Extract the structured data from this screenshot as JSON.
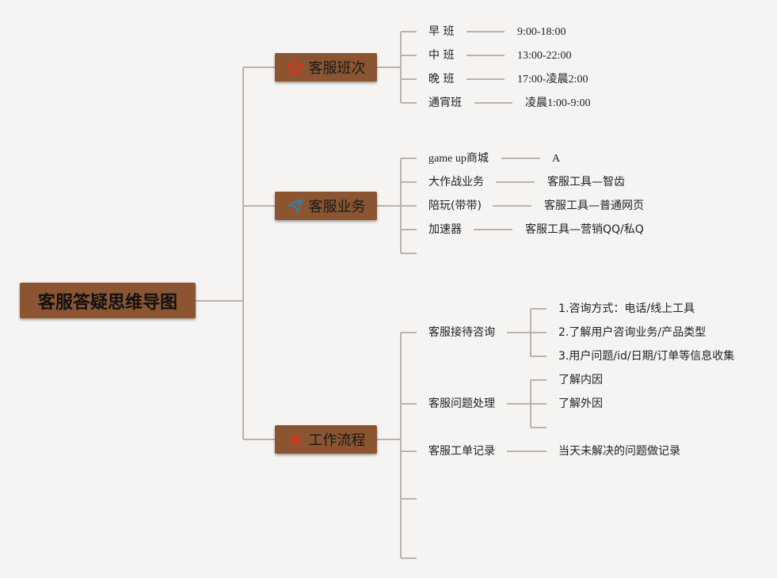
{
  "root": "客服答疑思维导图",
  "branches": {
    "shifts": {
      "label": "客服班次",
      "icon": "star-icon",
      "items": [
        {
          "label": "早 班",
          "value": "9:00-18:00"
        },
        {
          "label": "中 班",
          "value": "13:00-22:00"
        },
        {
          "label": "晚 班",
          "value": "17:00-凌晨2:00"
        },
        {
          "label": "通宵班",
          "value": "凌晨1:00-9:00"
        }
      ]
    },
    "business": {
      "label": "客服业务",
      "icon": "paper-plane-icon",
      "items": [
        {
          "label": "game up商城",
          "value": "A"
        },
        {
          "label": "大作战业务",
          "value": "客服工具—智齿"
        },
        {
          "label": "陪玩(带带)",
          "value": "客服工具—普通网页"
        },
        {
          "label": "加速器",
          "value": "客服工具—营销QQ/私Q"
        }
      ]
    },
    "workflow": {
      "label": "工作流程",
      "icon": "fire-icon",
      "items": [
        {
          "label": "客服接待咨询",
          "children": [
            "1.咨询方式：电话/线上工具",
            "2.了解用户咨询业务/产品类型",
            "3.用户问题/id/日期/订单等信息收集"
          ]
        },
        {
          "label": "客服问题处理",
          "children": [
            "了解内因",
            "了解外因"
          ]
        },
        {
          "label": "客服工单记录",
          "children": [
            "当天未解决的问题做记录"
          ]
        }
      ]
    }
  },
  "colors": {
    "node_fill": "#8a5530",
    "line": "#b9b3ad",
    "background": "#f6f4f2",
    "star_icon": "#e0301e",
    "plane_icon": "#3a7fa8",
    "fire_icon": "#e0301e"
  }
}
